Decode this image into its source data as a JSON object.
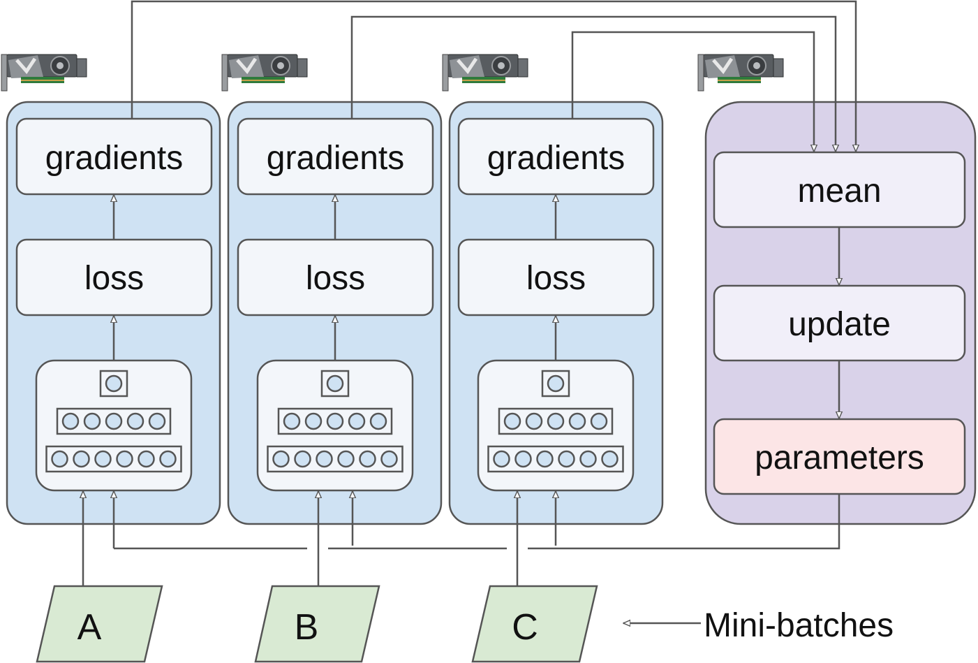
{
  "workers": [
    {
      "gradients_label": "gradients",
      "loss_label": "loss",
      "batch_label": "A"
    },
    {
      "gradients_label": "gradients",
      "loss_label": "loss",
      "batch_label": "B"
    },
    {
      "gradients_label": "gradients",
      "loss_label": "loss",
      "batch_label": "C"
    }
  ],
  "parameter_server": {
    "mean_label": "mean",
    "update_label": "update",
    "parameters_label": "parameters"
  },
  "minibatches_label": "Mini-batches",
  "network": {
    "layer_neuron_counts": [
      1,
      5,
      6
    ]
  },
  "colors": {
    "worker_panel": "#cfe2f3",
    "server_panel": "#d9d2e9",
    "box": "#f3f6fa",
    "server_box": "#f1eff9",
    "parameters_box": "#fce5e6",
    "minibatch": "#d9ead3",
    "stroke": "#555555"
  },
  "icons": {
    "gpu": "gpu-card-icon"
  }
}
